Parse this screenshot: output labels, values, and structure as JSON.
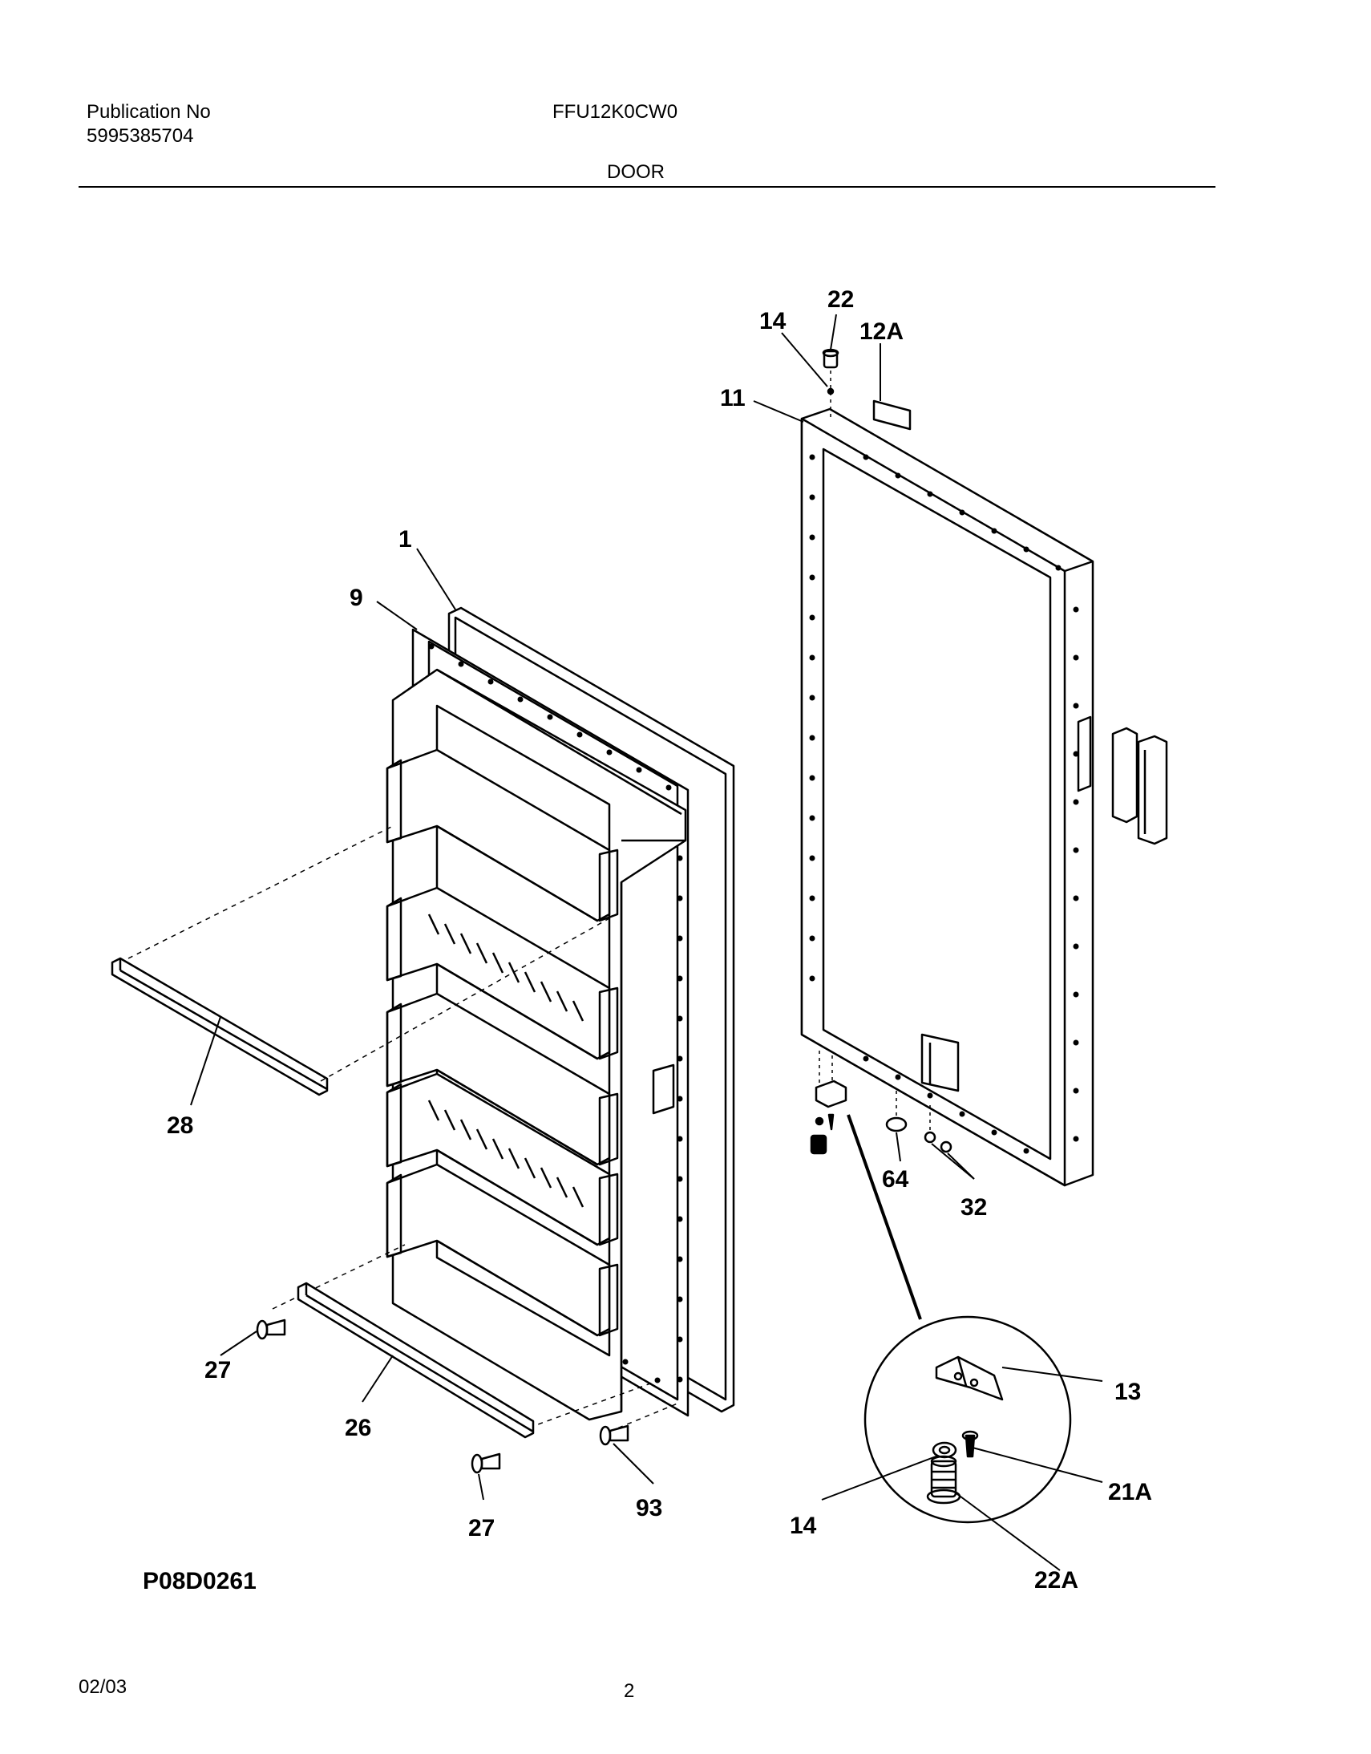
{
  "header": {
    "publication_label": "Publication No",
    "publication_number": "5995385704",
    "model": "FFU12K0CW0",
    "section": "DOOR"
  },
  "diagram": {
    "code": "P08D0261",
    "callouts": [
      "22",
      "14",
      "12A",
      "11",
      "1",
      "9",
      "28",
      "64",
      "32",
      "13",
      "21A",
      "22A",
      "14",
      "27",
      "26",
      "27",
      "93"
    ]
  },
  "footer": {
    "date": "02/03",
    "page": "2"
  }
}
